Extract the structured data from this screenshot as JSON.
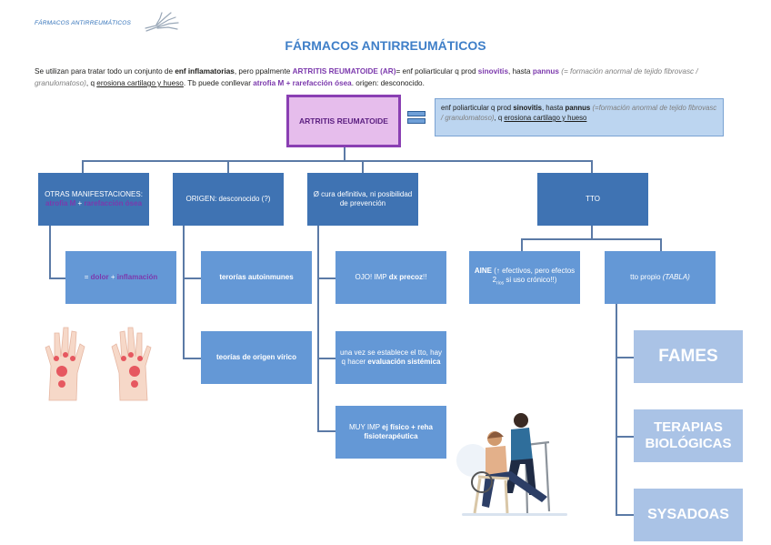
{
  "header": {
    "label": "FÁRMACOS ANTIRREUMÁTICOS"
  },
  "title": "FÁRMACOS ANTIRREUMÁTICOS",
  "intro": {
    "t1": "Se utilizan para tratar todo un conjunto de ",
    "t2": "enf inflamatorias",
    "t3": ", pero ppalmente ",
    "t4": "ARTRITIS REUMATOIDE (AR)",
    "t5": "= enf poliarticular q prod ",
    "t6": "sinovitis",
    "t7": ", hasta ",
    "t8": "pannus",
    "t9": " (= formación anormal de tejido fibrovasc / granulomatoso)",
    "t10": ", q ",
    "t11": "erosiona cartilago y hueso",
    "t12": ". Tb puede conllevar ",
    "t13": "atrofia M + rarefacción ósea",
    "t14": ". origen: desconocido."
  },
  "ar_box": "ARTRITIS REUMATOIDE",
  "definition": {
    "d1": "enf poliarticular q prod ",
    "d2": "sinovitis",
    "d3": ", hasta ",
    "d4": "pannus",
    "d5": " (=formación anormal de tejido fibrovasc / granulomatoso)",
    "d6": ", q ",
    "d7": "erosiona cartilago y hueso"
  },
  "col1": {
    "top1": "OTRAS MANIFESTACIONES:",
    "top2": "atrofia M",
    "top3": " + ",
    "top4": "rarefacción ósea",
    "sub1": "= ",
    "sub2": "dolor",
    "sub3": " + ",
    "sub4": "inflamación"
  },
  "col2": {
    "top": "ORIGEN: desconocido (?)",
    "sub1": "terorías autoinmunes",
    "sub2": "teorías de origen vírico"
  },
  "col3": {
    "top": "Ø cura definitiva, ni posibilidad de prevención",
    "sub1a": "OJO! IMP ",
    "sub1b": "dx precoz",
    "sub1c": "!!",
    "sub2a": "una vez se establece el tto, hay q hacer ",
    "sub2b": "evaluación sistémica",
    "sub3a": "MUY IMP ",
    "sub3b": "ej físico + reha fisioterapéutica"
  },
  "col4": {
    "top": "TTO",
    "aine1": "AINE",
    "aine2": " (↑ efectivos, pero efectos 2",
    "aine_sub": "rios",
    "aine3": " si uso crónico!!)",
    "propio1": "tto propio ",
    "propio2": "(TABLA)",
    "big1": "FAMES",
    "big2": "TERAPIAS BIOLÓGICAS",
    "big3": "SYSADOAS"
  },
  "colors": {
    "accent": "#3f7fc8",
    "purple": "#7c3aad",
    "pink": "#e8579c",
    "box": "#3f73b3"
  }
}
